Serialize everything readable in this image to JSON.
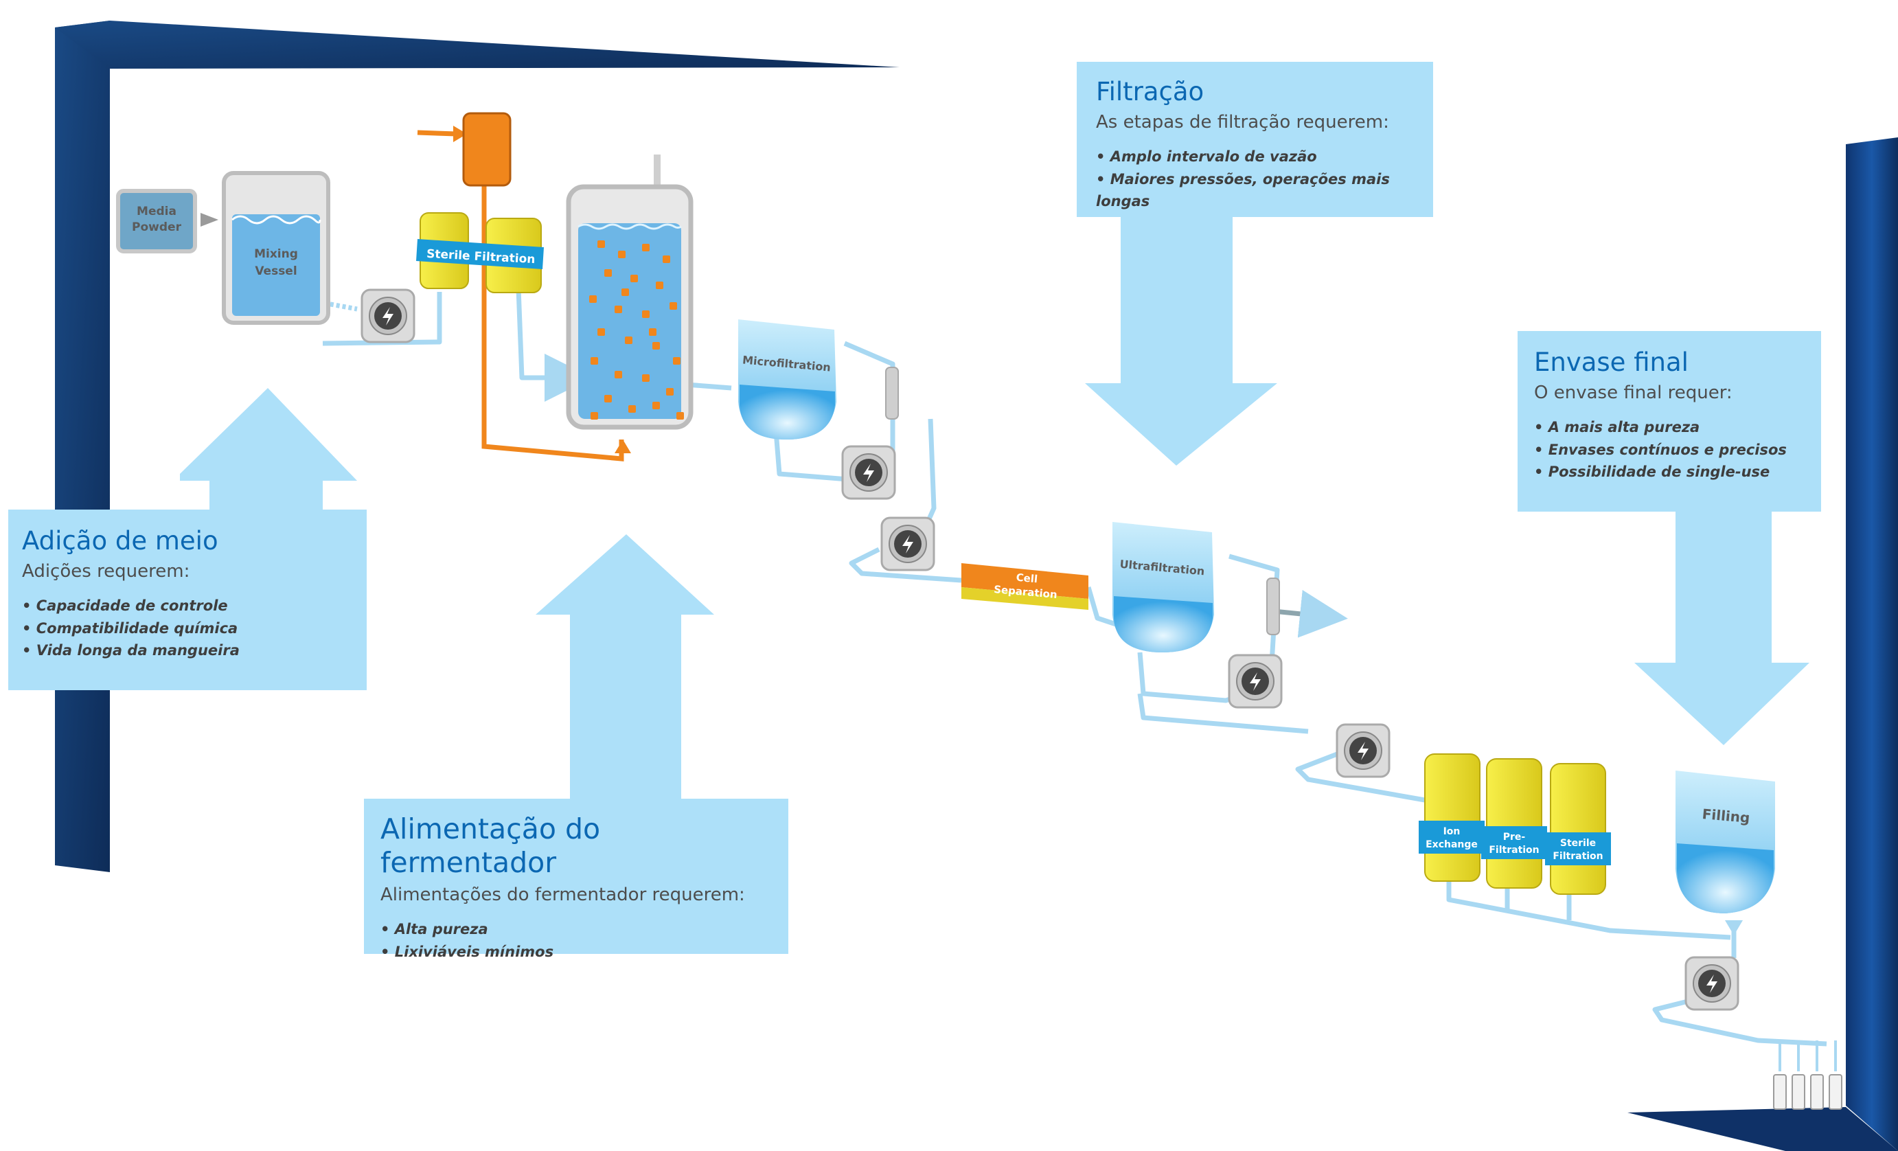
{
  "diagram_labels": {
    "media_powder": [
      "Media",
      "Powder"
    ],
    "mixing_vessel": [
      "Mixing",
      "Vessel"
    ],
    "sterile_filtration": "Sterile Filtration",
    "microfiltration": "Microfiltration",
    "cell_separation": [
      "Cell",
      "Separation"
    ],
    "ultrafiltration": "Ultrafiltration",
    "ion_exchange": [
      "Ion",
      "Exchange"
    ],
    "pre_filtration": [
      "Pre-",
      "Filtration"
    ],
    "sterile_filtration_2": [
      "Sterile",
      "Filtration"
    ],
    "filling": "Filling"
  },
  "boxes": {
    "adicao": {
      "title": "Adição de meio",
      "subtitle": "Adições requerem:",
      "bullets": [
        "• Capacidade de controle",
        "• Compatibilidade química",
        "• Vida longa da mangueira"
      ]
    },
    "alimentacao": {
      "title": "Alimentação do fermentador",
      "subtitle": "Alimentações do fermentador requerem:",
      "bullets": [
        "• Alta pureza",
        "• Lixiviáveis mínimos"
      ]
    },
    "filtracao": {
      "title": "Filtração",
      "subtitle": "As etapas de filtração requerem:",
      "bullets": [
        "• Amplo intervalo de vazão",
        "• Maiores pressões, operações mais longas"
      ]
    },
    "envase": {
      "title": "Envase final",
      "subtitle": "O envase final requer:",
      "bullets": [
        "• A mais alta pureza",
        "• Envases contínuos e precisos",
        "• Possibilidade de single-use"
      ]
    }
  },
  "colors": {
    "frame_blue": "#12386b",
    "box_blue": "#ade0f9",
    "title_blue": "#0b67b2",
    "pipe_blue": "#a8d8f2",
    "orange": "#f0861c",
    "yellow": "#f3ea2a"
  }
}
